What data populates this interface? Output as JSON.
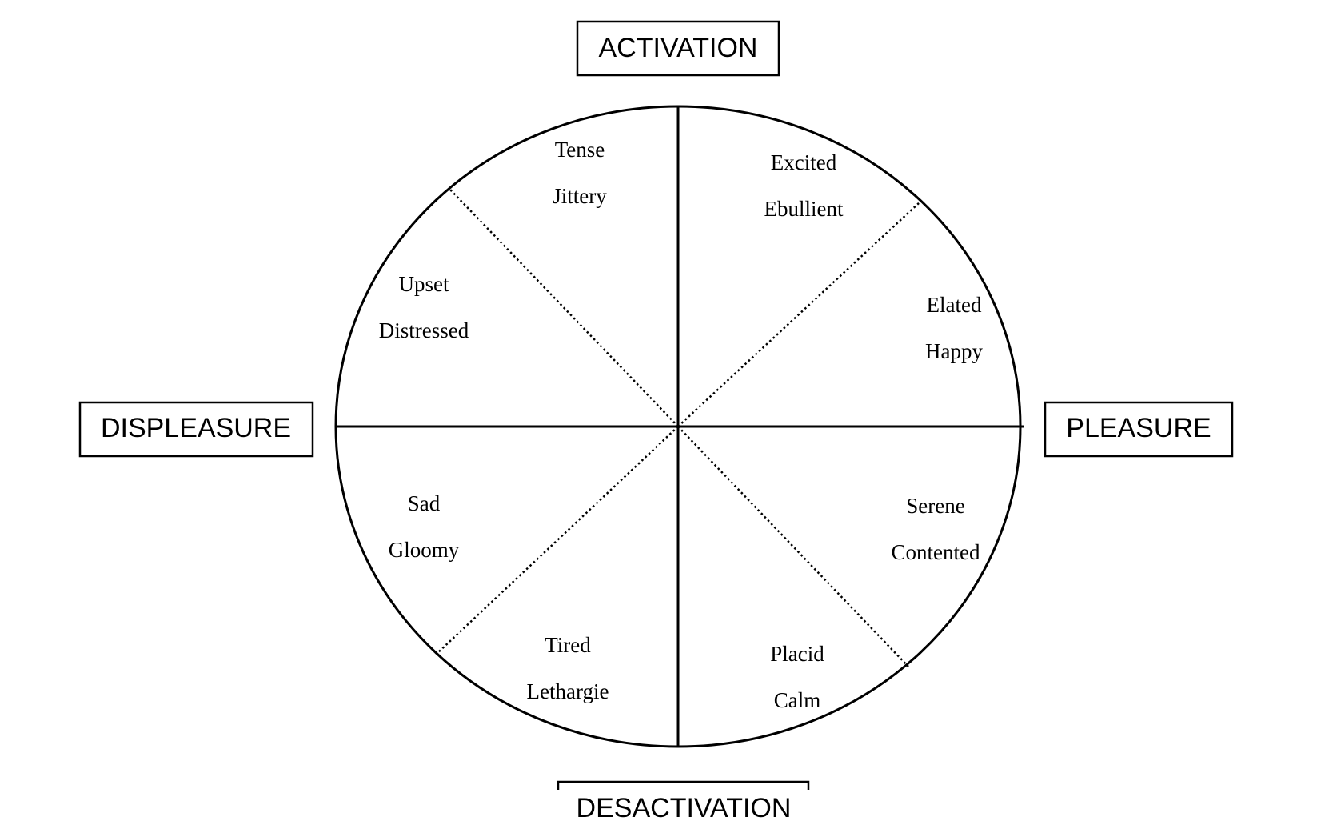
{
  "axes": {
    "top": "ACTIVATION",
    "bottom": "DESACTIVATION",
    "left": "DISPLEASURE",
    "right": "PLEASURE"
  },
  "sectors": [
    {
      "id": "tense",
      "line1": "Tense",
      "line2": "Jittery"
    },
    {
      "id": "excited",
      "line1": "Excited",
      "line2": "Ebullient"
    },
    {
      "id": "elated",
      "line1": "Elated",
      "line2": "Happy"
    },
    {
      "id": "serene",
      "line1": "Serene",
      "line2": "Contented"
    },
    {
      "id": "placid",
      "line1": "Placid",
      "line2": "Calm"
    },
    {
      "id": "tired",
      "line1": "Tired",
      "line2": "Lethargie"
    },
    {
      "id": "sad",
      "line1": "Sad",
      "line2": "Gloomy"
    },
    {
      "id": "upset",
      "line1": "Upset",
      "line2": "Distressed"
    }
  ],
  "style": {
    "stroke_color": "#000000",
    "background": "#ffffff"
  }
}
